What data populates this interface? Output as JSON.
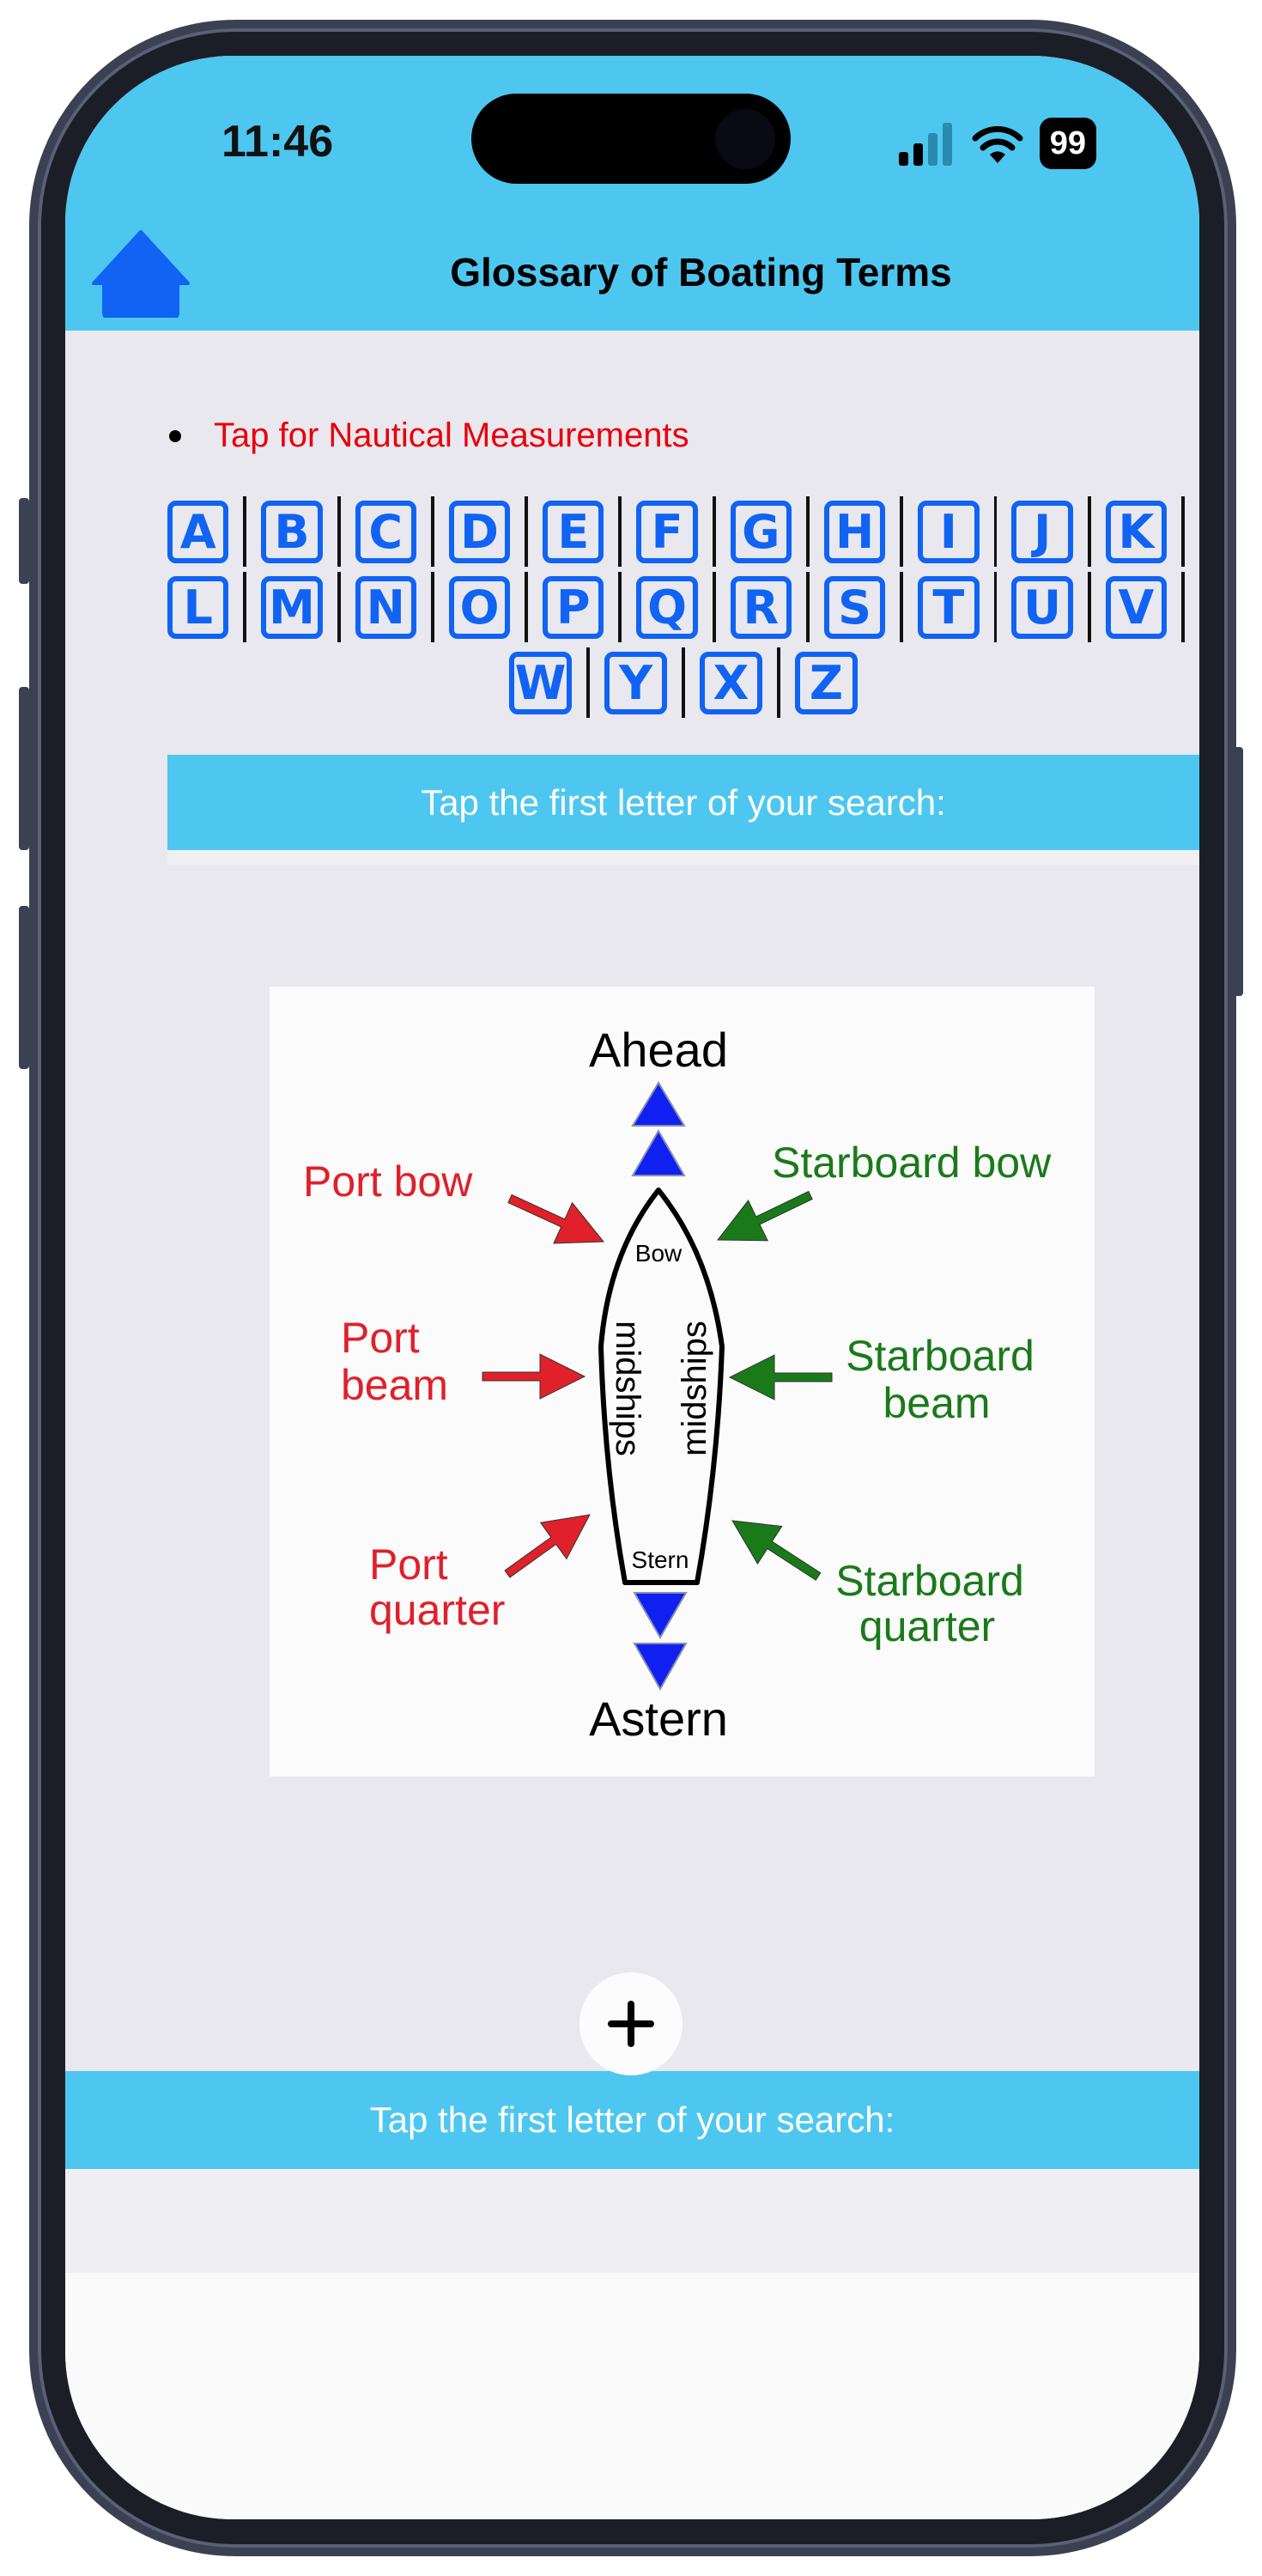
{
  "status_bar": {
    "time": "11:46",
    "battery": "99",
    "icons": [
      "signal-icon",
      "wifi-icon",
      "battery-icon"
    ]
  },
  "header": {
    "title": "Glossary of Boating Terms",
    "home_icon": "home-icon"
  },
  "main": {
    "measurements_link": "Tap for Nautical Measurements",
    "letter_rows": [
      [
        "A",
        "B",
        "C",
        "D",
        "E",
        "F",
        "G",
        "H",
        "I",
        "J",
        "K"
      ],
      [
        "L",
        "M",
        "N",
        "O",
        "P",
        "Q",
        "R",
        "S",
        "T",
        "U",
        "V"
      ],
      [
        "W",
        "Y",
        "X",
        "Z"
      ]
    ],
    "search_banner": "Tap the first letter of your search:",
    "diagram": {
      "ahead": "Ahead",
      "astern": "Astern",
      "bow": "Bow",
      "stern": "Stern",
      "midships": "midships",
      "port_bow": "Port bow",
      "port_beam": [
        "Port",
        "beam"
      ],
      "port_quarter": [
        "Port",
        "quarter"
      ],
      "starboard_bow": "Starboard bow",
      "starboard_beam": [
        "Starboard",
        "beam"
      ],
      "starboard_quarter": [
        "Starboard",
        "quarter"
      ],
      "colors": {
        "port": "#e0202a",
        "starboard": "#1a7a1a",
        "triangle": "#1020f0"
      }
    },
    "add_icon": "plus-icon",
    "bottom_banner": "Tap the first letter of your search:"
  },
  "colors": {
    "accent": "#4dc7f0",
    "letter_blue": "#1063f3",
    "link_red": "#e8000b"
  }
}
